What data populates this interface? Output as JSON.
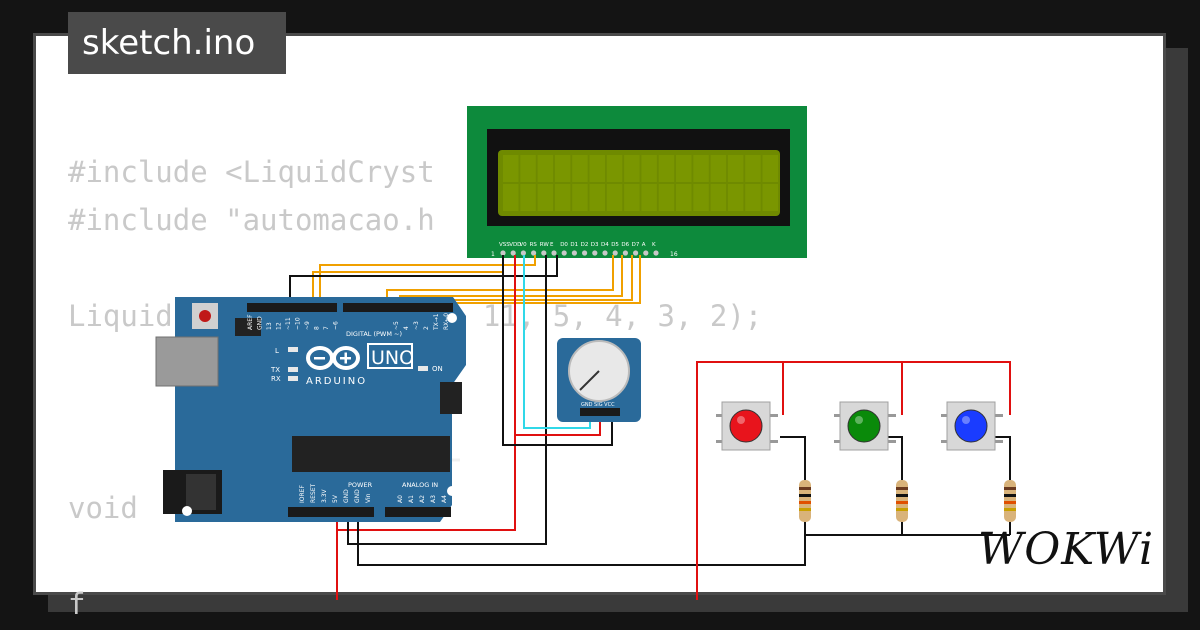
{
  "app": {
    "file_tab": "sketch.ino",
    "brand": "WOKWi"
  },
  "code": {
    "lines": [
      "#include <LiquidCryst",
      "#include \"automacao.h",
      "Liquid",
      ", 11, 5, 4, 3, 2);",
      "void",
      "f"
    ]
  },
  "lcd": {
    "pin_labels": [
      "VSS",
      "VDD",
      "V0",
      "RS",
      "RW",
      "E",
      "D0",
      "D1",
      "D2",
      "D3",
      "D4",
      "D5",
      "D6",
      "D7",
      "A",
      "K"
    ],
    "pin_start": "1",
    "pin_end": "16"
  },
  "arduino": {
    "logo_text": "ARDUINO",
    "model": "UNO",
    "digital_label": "DIGITAL (PWM ~)",
    "top_pins": [
      "AREF",
      "GND",
      "13",
      "12",
      "~11",
      "~10",
      "~9",
      "8",
      "7",
      "~6",
      "~5",
      "4",
      "~3",
      "2",
      "TX→1",
      "RX←0"
    ],
    "power_label": "POWER",
    "analog_label": "ANALOG IN",
    "bottom_pins": [
      "IOREF",
      "RESET",
      "3.3V",
      "5V",
      "GND",
      "GND",
      "Vin",
      "A0",
      "A1",
      "A2",
      "A3",
      "A4",
      "A5"
    ],
    "leds": [
      "L",
      "TX",
      "RX"
    ],
    "on_label": "ON"
  },
  "potentiometer": {
    "pins": "GND SIG VCC"
  },
  "buttons": [
    {
      "name": "red",
      "color": "#e8141c"
    },
    {
      "name": "green",
      "color": "#0a8a0a"
    },
    {
      "name": "blue",
      "color": "#1a3cff"
    }
  ],
  "colors": {
    "board": "#2a6a9a",
    "pcb_green": "#0d8a3c",
    "lcd_screen": "#6f8a00",
    "wire_red": "#e01010",
    "wire_black": "#111111",
    "wire_orange": "#f0a000",
    "wire_cyan": "#30d8e8"
  }
}
